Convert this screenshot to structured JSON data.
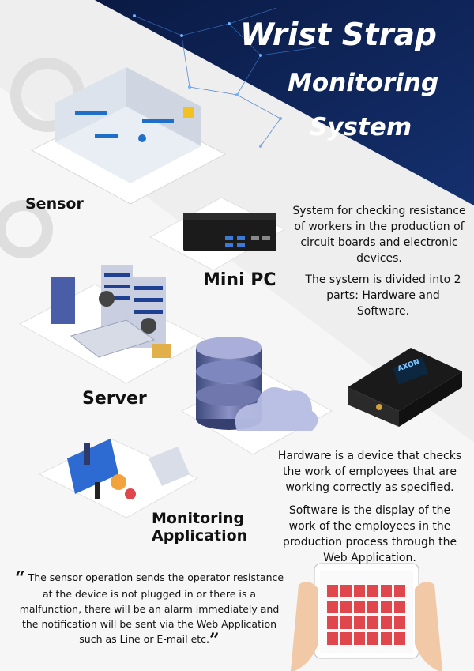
{
  "title": {
    "line1": "Wrist Strap",
    "line2": "Monitoring",
    "line3": "System"
  },
  "components": {
    "sensor": "Sensor",
    "mini_pc": "Mini PC",
    "server": "Server",
    "monitoring_line1": "Monitoring",
    "monitoring_line2": "Application"
  },
  "device_label": "AXON",
  "descriptions": {
    "intro": "System for checking resistance of workers in the production of circuit boards and electronic devices.",
    "parts": "The system is divided into 2 parts: Hardware and Software.",
    "hardware": "Hardware is a device that checks the work of employees that are working correctly as specified.",
    "software": "Software is the display of the work of the employees in the production process through the Web Application."
  },
  "quote": {
    "open_mark": "“",
    "text": "The sensor operation sends the operator resistance at the device is not plugged in or there is a malfunction, there will be an alarm immediately and the notification will be sent via the Web Application such as Line or E-mail etc.",
    "close_mark": "”"
  },
  "colors": {
    "navy": "#0d1f4e",
    "accent_blue": "#2a7fd4",
    "tablet_red": "#e0474c"
  }
}
